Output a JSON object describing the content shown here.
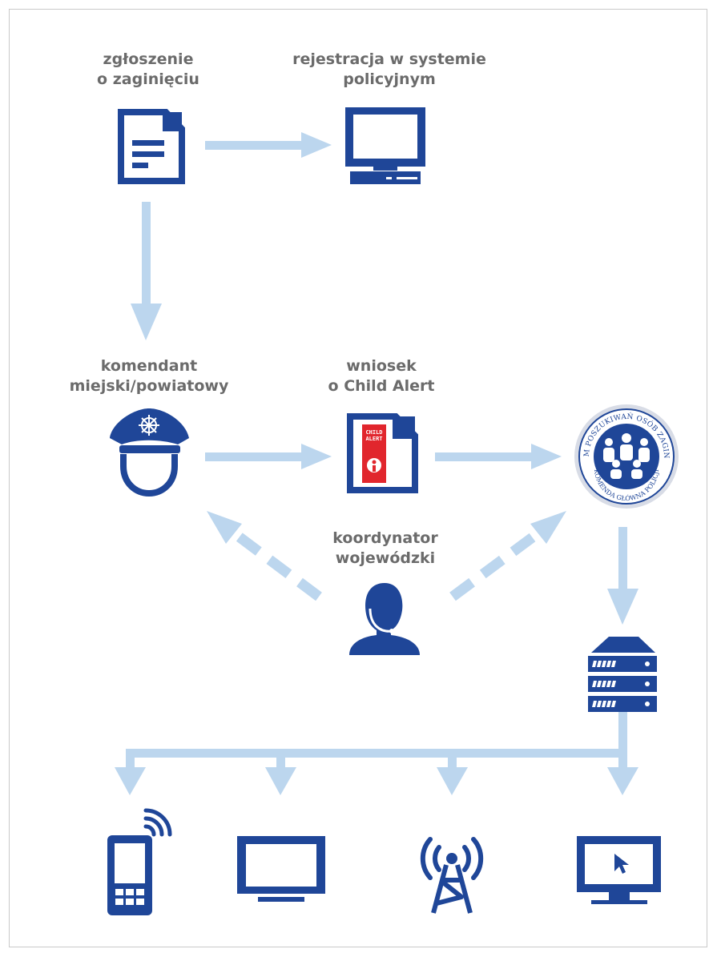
{
  "nodes": {
    "report": {
      "line1": "zgłoszenie",
      "line2": "o zaginięciu",
      "icon": "document-icon"
    },
    "registration": {
      "line1": "rejestracja w systemie",
      "line2": "policyjnym",
      "icon": "computer-icon"
    },
    "commander": {
      "line1": "komendant",
      "line2": "miejski/powiatowy",
      "icon": "police-officer-icon"
    },
    "request": {
      "line1": "wniosek",
      "line2": "o Child Alert",
      "icon": "child-alert-document-icon"
    },
    "coordinator": {
      "line1": "koordynator",
      "line2": "wojewódzki",
      "icon": "headset-operator-icon"
    },
    "center": {
      "icon": "missing-persons-center-seal-icon"
    },
    "server": {
      "icon": "server-icon"
    }
  },
  "channels": [
    "mobile-phone-icon",
    "television-icon",
    "broadcast-antenna-icon",
    "desktop-cursor-icon"
  ],
  "colors": {
    "icon": "#1f4698",
    "arrow": "#bcd6ee",
    "text": "#6b6b6b",
    "alert_red": "#e1262d"
  },
  "seal": {
    "top_text": "CENTRUM POSZUKIWAŃ OSÓB ZAGINIONYCH",
    "bottom_text": "KOMENDA GŁÓWNA POLICJI"
  },
  "badge": {
    "text_line1": "CHILD",
    "text_line2": "ALERT"
  }
}
